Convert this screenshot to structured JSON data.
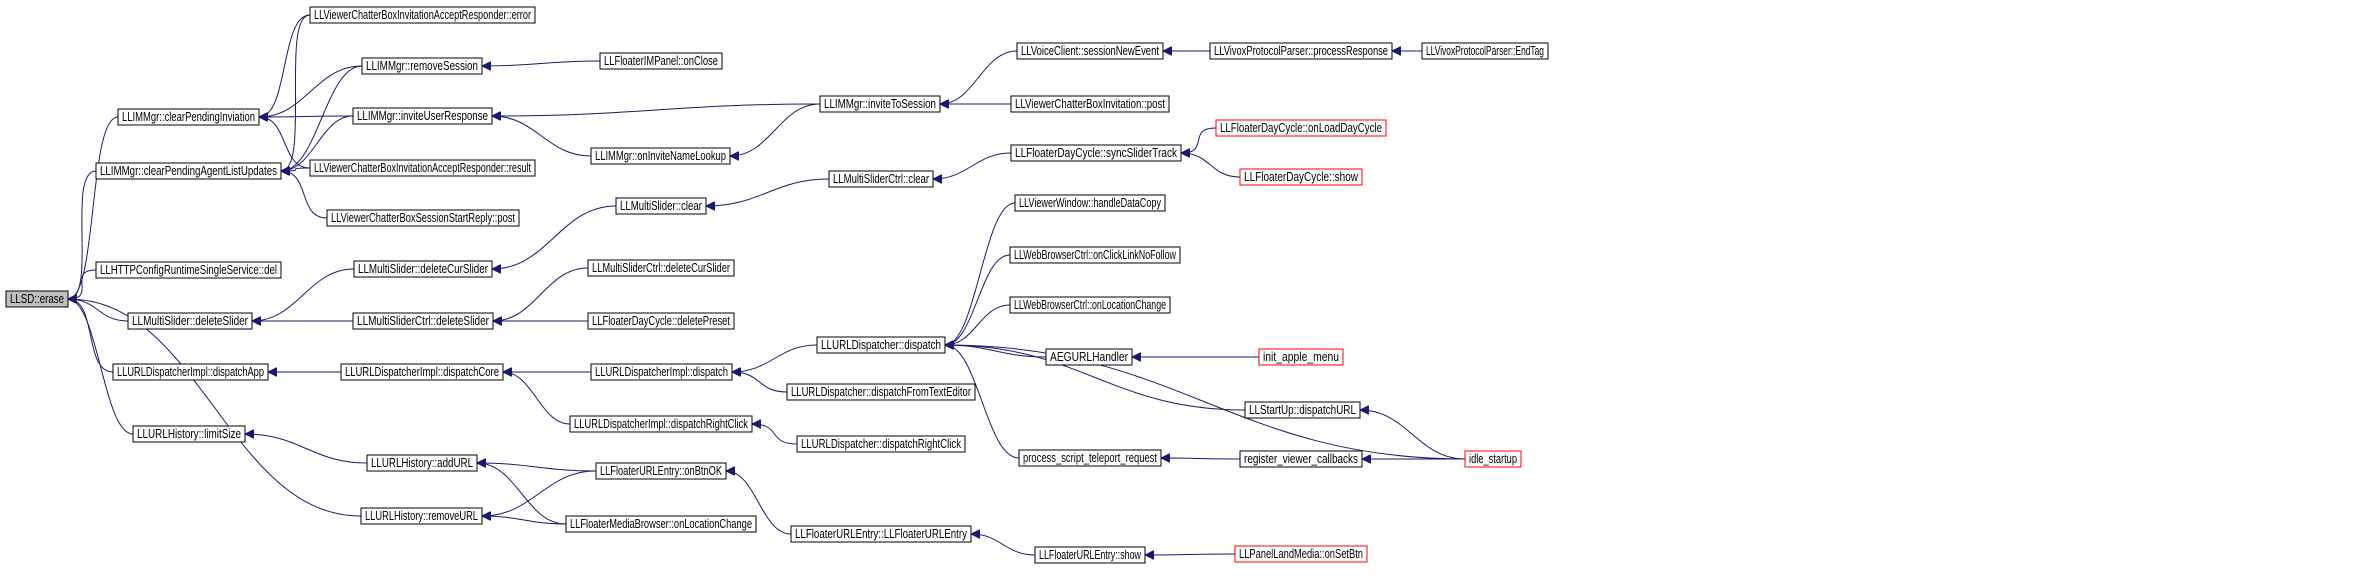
{
  "colors": {
    "edge": "#191970",
    "root_fill": "#bfbfbf",
    "node_border": "#000000",
    "truncated_border": "#ff0000",
    "background": "#ffffff"
  },
  "nodes": [
    {
      "id": "n0",
      "label": "LLSD::erase",
      "kind": "root"
    },
    {
      "id": "n1",
      "label": "LLIMMgr::clearPendingInviation"
    },
    {
      "id": "n2",
      "label": "LLIMMgr::clearPendingAgentListUpdates"
    },
    {
      "id": "n3",
      "label": "LLHTTPConfigRuntimeSingleService::del"
    },
    {
      "id": "n4",
      "label": "LLMultiSlider::deleteSlider"
    },
    {
      "id": "n5",
      "label": "LLURLDispatcherImpl::dispatchApp"
    },
    {
      "id": "n6",
      "label": "LLURLHistory::limitSize"
    },
    {
      "id": "n7",
      "label": "LLURLHistory::removeURL"
    },
    {
      "id": "n8",
      "label": "LLViewerChatterBoxInvitationAcceptResponder::error"
    },
    {
      "id": "n9",
      "label": "LLIMMgr::removeSession"
    },
    {
      "id": "n10",
      "label": "LLIMMgr::inviteUserResponse"
    },
    {
      "id": "n11",
      "label": "LLViewerChatterBoxInvitationAcceptResponder::result"
    },
    {
      "id": "n12",
      "label": "LLViewerChatterBoxSessionStartReply::post"
    },
    {
      "id": "n13",
      "label": "LLMultiSlider::deleteCurSlider"
    },
    {
      "id": "n14",
      "label": "LLMultiSliderCtrl::deleteSlider"
    },
    {
      "id": "n15",
      "label": "LLURLDispatcherImpl::dispatchCore"
    },
    {
      "id": "n16",
      "label": "LLURLHistory::addURL"
    },
    {
      "id": "n17",
      "label": "LLFloaterIMPanel::onClose"
    },
    {
      "id": "n18",
      "label": "LLIMMgr::onInviteNameLookup"
    },
    {
      "id": "n19",
      "label": "LLMultiSlider::clear"
    },
    {
      "id": "n20",
      "label": "LLMultiSliderCtrl::deleteCurSlider"
    },
    {
      "id": "n21",
      "label": "LLFloaterDayCycle::deletePreset"
    },
    {
      "id": "n22",
      "label": "LLURLDispatcherImpl::dispatch"
    },
    {
      "id": "n23",
      "label": "LLURLDispatcherImpl::dispatchRightClick"
    },
    {
      "id": "n24",
      "label": "LLFloaterURLEntry::onBtnOK"
    },
    {
      "id": "n25",
      "label": "LLFloaterMediaBrowser::onLocationChange"
    },
    {
      "id": "n26",
      "label": "LLIMMgr::inviteToSession"
    },
    {
      "id": "n27",
      "label": "LLMultiSliderCtrl::clear"
    },
    {
      "id": "n28",
      "label": "LLURLDispatcher::dispatch"
    },
    {
      "id": "n29",
      "label": "LLURLDispatcher::dispatchFromTextEditor"
    },
    {
      "id": "n30",
      "label": "LLURLDispatcher::dispatchRightClick"
    },
    {
      "id": "n31",
      "label": "LLFloaterURLEntry::LLFloaterURLEntry"
    },
    {
      "id": "n32",
      "label": "LLVoiceClient::sessionNewEvent"
    },
    {
      "id": "n33",
      "label": "LLViewerChatterBoxInvitation::post"
    },
    {
      "id": "n34",
      "label": "LLFloaterDayCycle::syncSliderTrack"
    },
    {
      "id": "n35",
      "label": "LLViewerWindow::handleDataCopy"
    },
    {
      "id": "n36",
      "label": "LLWebBrowserCtrl::onClickLinkNoFollow"
    },
    {
      "id": "n37",
      "label": "LLWebBrowserCtrl::onLocationChange"
    },
    {
      "id": "n38",
      "label": "AEGURLHandler"
    },
    {
      "id": "n39",
      "label": "LLStartUp::dispatchURL"
    },
    {
      "id": "n40",
      "label": "process_script_teleport_request"
    },
    {
      "id": "n41",
      "label": "LLFloaterURLEntry::show"
    },
    {
      "id": "n42",
      "label": "LLVivoxProtocolParser::processResponse"
    },
    {
      "id": "n43",
      "label": "LLFloaterDayCycle::onLoadDayCycle",
      "kind": "truncated"
    },
    {
      "id": "n44",
      "label": "LLFloaterDayCycle::show",
      "kind": "truncated"
    },
    {
      "id": "n45",
      "label": "init_apple_menu",
      "kind": "truncated"
    },
    {
      "id": "n46",
      "label": "register_viewer_callbacks"
    },
    {
      "id": "n47",
      "label": "LLPanelLandMedia::onSetBtn",
      "kind": "truncated"
    },
    {
      "id": "n48",
      "label": "LLVivoxProtocolParser::EndTag"
    },
    {
      "id": "n49",
      "label": "idle_startup",
      "kind": "truncated"
    }
  ],
  "edges": [
    [
      "n1",
      "n0"
    ],
    [
      "n2",
      "n0"
    ],
    [
      "n3",
      "n0"
    ],
    [
      "n4",
      "n0"
    ],
    [
      "n5",
      "n0"
    ],
    [
      "n6",
      "n0"
    ],
    [
      "n7",
      "n0"
    ],
    [
      "n8",
      "n1"
    ],
    [
      "n9",
      "n1"
    ],
    [
      "n10",
      "n1"
    ],
    [
      "n11",
      "n1"
    ],
    [
      "n8",
      "n2"
    ],
    [
      "n9",
      "n2"
    ],
    [
      "n10",
      "n2"
    ],
    [
      "n11",
      "n2"
    ],
    [
      "n12",
      "n2"
    ],
    [
      "n13",
      "n4"
    ],
    [
      "n14",
      "n4"
    ],
    [
      "n15",
      "n5"
    ],
    [
      "n16",
      "n6"
    ],
    [
      "n24",
      "n7"
    ],
    [
      "n25",
      "n7"
    ],
    [
      "n17",
      "n9"
    ],
    [
      "n26",
      "n10"
    ],
    [
      "n18",
      "n10"
    ],
    [
      "n19",
      "n13"
    ],
    [
      "n20",
      "n14"
    ],
    [
      "n21",
      "n14"
    ],
    [
      "n22",
      "n15"
    ],
    [
      "n23",
      "n15"
    ],
    [
      "n24",
      "n16"
    ],
    [
      "n25",
      "n16"
    ],
    [
      "n26",
      "n18"
    ],
    [
      "n27",
      "n19"
    ],
    [
      "n28",
      "n22"
    ],
    [
      "n29",
      "n22"
    ],
    [
      "n30",
      "n23"
    ],
    [
      "n31",
      "n24"
    ],
    [
      "n32",
      "n26"
    ],
    [
      "n33",
      "n26"
    ],
    [
      "n34",
      "n27"
    ],
    [
      "n35",
      "n28"
    ],
    [
      "n36",
      "n28"
    ],
    [
      "n37",
      "n28"
    ],
    [
      "n38",
      "n28"
    ],
    [
      "n39",
      "n28"
    ],
    [
      "n40",
      "n28"
    ],
    [
      "n49",
      "n28"
    ],
    [
      "n41",
      "n31"
    ],
    [
      "n42",
      "n32"
    ],
    [
      "n43",
      "n34"
    ],
    [
      "n44",
      "n34"
    ],
    [
      "n45",
      "n38"
    ],
    [
      "n49",
      "n39"
    ],
    [
      "n46",
      "n40"
    ],
    [
      "n47",
      "n41"
    ],
    [
      "n48",
      "n42"
    ],
    [
      "n49",
      "n46"
    ]
  ]
}
